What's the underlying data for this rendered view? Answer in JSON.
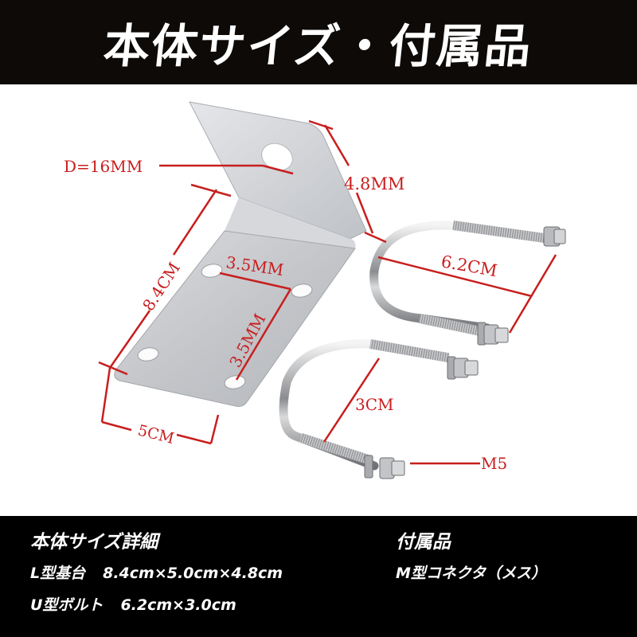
{
  "header": {
    "title": "本体サイズ・付属品"
  },
  "photo": {
    "subject": "L-bracket with two U-bolts",
    "dimension_labels": {
      "hole_diameter": "D=16MM",
      "top_flange": "4.8MM",
      "bracket_length": "8.4CM",
      "hole_spacing_horizontal": "3.5MM",
      "hole_spacing_vertical": "3.5MM",
      "bracket_width": "5CM",
      "ubolt_length": "6.2CM",
      "ubolt_width": "3CM",
      "thread_size": "M5"
    },
    "label_color": "#c81e1e"
  },
  "footer": {
    "left": {
      "heading": "本体サイズ詳細",
      "rows": [
        {
          "name": "L型基台",
          "spec": "8.4cm×5.0cm×4.8cm"
        },
        {
          "name": "U型ボルト",
          "spec": "6.2cm×3.0cm"
        }
      ]
    },
    "right": {
      "heading": "付属品",
      "rows": [
        {
          "name": "M型コネクタ（メス）"
        }
      ]
    }
  }
}
